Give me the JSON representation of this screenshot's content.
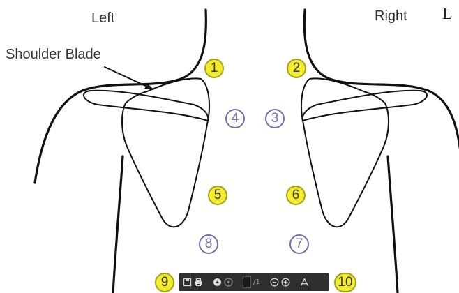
{
  "labels": {
    "left": "Left",
    "right": "Right",
    "shoulder_blade": "Shoulder Blade",
    "corner_fragment": "L"
  },
  "markers": [
    {
      "number": "1",
      "style": "yellow"
    },
    {
      "number": "2",
      "style": "yellow"
    },
    {
      "number": "3",
      "style": "white"
    },
    {
      "number": "4",
      "style": "white"
    },
    {
      "number": "5",
      "style": "yellow"
    },
    {
      "number": "6",
      "style": "yellow"
    },
    {
      "number": "7",
      "style": "white"
    },
    {
      "number": "8",
      "style": "white"
    },
    {
      "number": "9",
      "style": "yellow"
    },
    {
      "number": "10",
      "style": "yellow"
    }
  ],
  "toolbar": {
    "page_indicator": "/1",
    "icons": [
      "save-icon",
      "print-icon",
      "page-up-icon",
      "page-down-icon",
      "zoom-out-icon",
      "zoom-in-icon",
      "acrobat-icon"
    ]
  },
  "colors": {
    "marker_yellow_fill": "#f3ec2b",
    "marker_yellow_border": "#a6a020",
    "marker_white_border": "#6f6fae",
    "outline": "#111111",
    "toolbar_bg": "#2f2f2f"
  }
}
